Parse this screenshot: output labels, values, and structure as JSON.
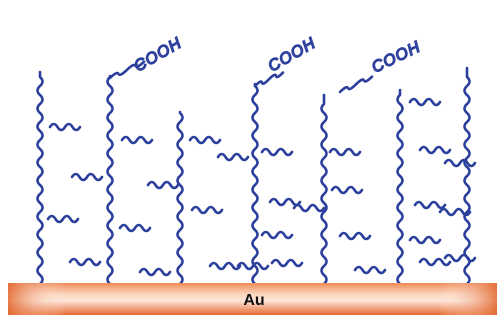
{
  "colors": {
    "chain": "#2b3f9c",
    "substrate_edge": "#e2672e",
    "substrate_light": "#fde2d2",
    "label": "#111111"
  },
  "substrate": {
    "label": "Au"
  },
  "end_groups": [
    {
      "label": "COOH"
    },
    {
      "label": "COOH"
    },
    {
      "label": "COOH"
    }
  ]
}
